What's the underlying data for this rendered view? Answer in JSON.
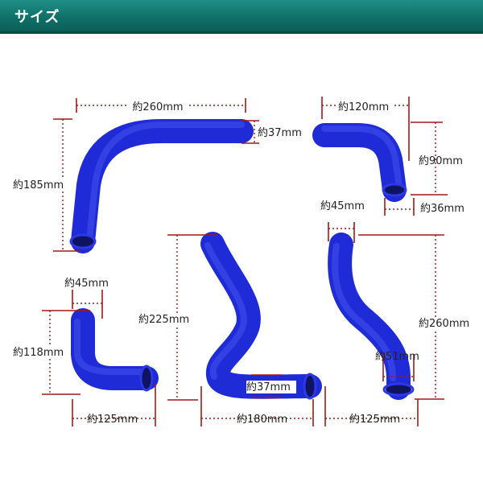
{
  "header": {
    "title": "サイズ",
    "bg_color": "#127a71"
  },
  "hoses": [
    {
      "length": "約260mm",
      "height": "約185mm",
      "diameter": "約37mm"
    },
    {
      "length": "約120mm",
      "height": "約90mm",
      "diameter": "約36mm"
    },
    {
      "offset": "約45mm",
      "height": "約118mm",
      "length": "約125mm"
    },
    {
      "height": "約225mm",
      "diameter": "約37mm",
      "length": "約180mm"
    },
    {
      "offset": "約45mm",
      "height": "約260mm",
      "diameter": "約51mm",
      "length": "約125mm"
    }
  ],
  "colors": {
    "hose": "#1f2bd6",
    "dimension_line": "#a01818"
  }
}
